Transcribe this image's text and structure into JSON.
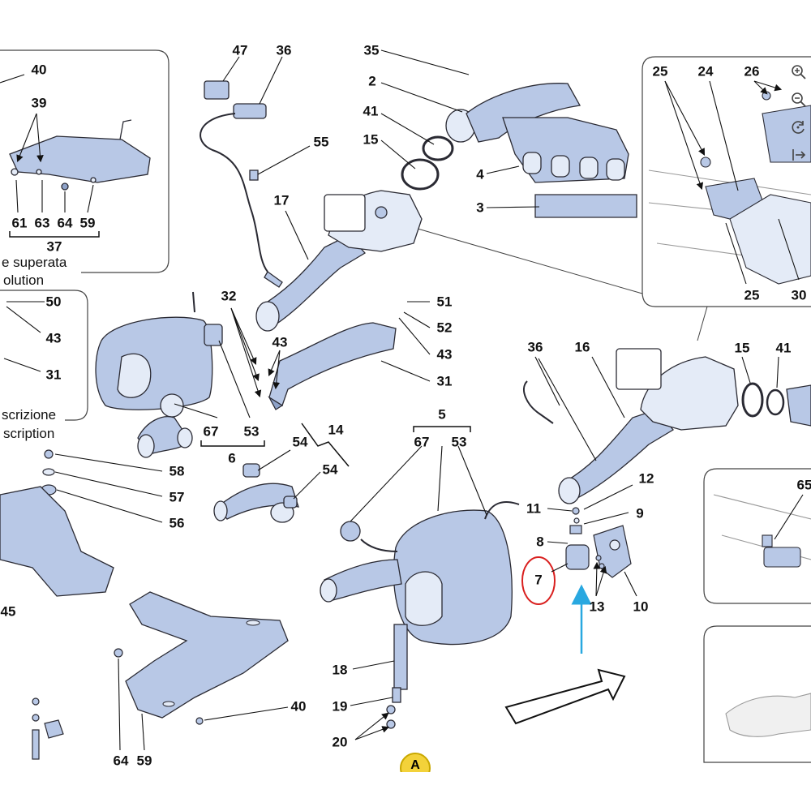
{
  "labels": {
    "l40a": "40",
    "l39": "39",
    "l61": "61",
    "l63": "63",
    "l64a": "64",
    "l59a": "59",
    "l37": "37",
    "l47": "47",
    "l36a": "36",
    "l55": "55",
    "l17": "17",
    "l35": "35",
    "l2": "2",
    "l41a": "41",
    "l15a": "15",
    "l4": "4",
    "l3": "3",
    "l25a": "25",
    "l24": "24",
    "l26": "26",
    "l25b": "25",
    "l30": "30",
    "l50": "50",
    "l43a": "43",
    "l31a": "31",
    "l32": "32",
    "l43b": "43",
    "l67a": "67",
    "l53a": "53",
    "l6": "6",
    "l51": "51",
    "l52": "52",
    "l43c": "43",
    "l31b": "31",
    "l14": "14",
    "l54a": "54",
    "l54b": "54",
    "l58": "58",
    "l57": "57",
    "l56": "56",
    "l5": "5",
    "l67b": "67",
    "l53b": "53",
    "l36b": "36",
    "l16": "16",
    "l15b": "15",
    "l41b": "41",
    "l12": "12",
    "l11": "11",
    "l9": "9",
    "l8": "8",
    "l7": "7",
    "l13": "13",
    "l10": "10",
    "l65": "65",
    "l45": "45",
    "l40b": "40",
    "l64b": "64",
    "l59b": "59",
    "l18": "18",
    "l19": "19",
    "l20": "20"
  },
  "text": {
    "superseded": "e superata",
    "solution": "olution",
    "description_it": "scrizione",
    "description_en": "scription"
  },
  "marker": "A",
  "toolbar": {
    "zoom_in": "zoom-in-icon",
    "zoom_out": "zoom-out-icon",
    "rotate": "rotate-icon",
    "fit": "fit-to-width-icon"
  },
  "colors": {
    "part_fill": "#b8c8e6",
    "part_light": "#e4ebf7",
    "outline": "#2a2a33",
    "highlight_circle": "#d9201f",
    "pointer_arrow": "#29a8e0"
  }
}
